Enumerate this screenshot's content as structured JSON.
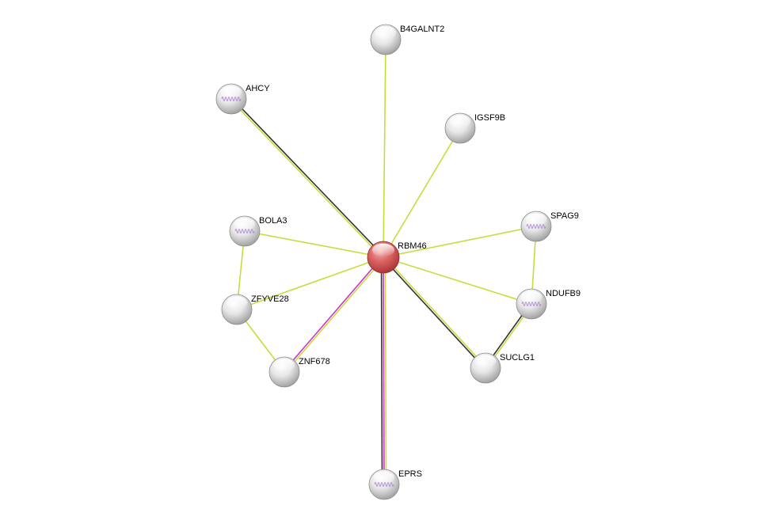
{
  "network": {
    "center": "RBM46",
    "nodes": [
      {
        "id": "RBM46",
        "label": "RBM46",
        "color": "#e05050",
        "structure": false
      },
      {
        "id": "B4GALNT2",
        "label": "B4GALNT2",
        "color": "#e0e0e0",
        "structure": false
      },
      {
        "id": "AHCY",
        "label": "AHCY",
        "color": "#e0e0e0",
        "structure": true
      },
      {
        "id": "IGSF9B",
        "label": "IGSF9B",
        "color": "#e0e0e0",
        "structure": false
      },
      {
        "id": "SPAG9",
        "label": "SPAG9",
        "color": "#e0e0e0",
        "structure": true
      },
      {
        "id": "BOLA3",
        "label": "BOLA3",
        "color": "#e0e0e0",
        "structure": true
      },
      {
        "id": "NDUFB9",
        "label": "NDUFB9",
        "color": "#e0e0e0",
        "structure": true
      },
      {
        "id": "ZFYVE28",
        "label": "ZFYVE28",
        "color": "#e0e0e0",
        "structure": false
      },
      {
        "id": "SUCLG1",
        "label": "SUCLG1",
        "color": "#e0e0e0",
        "structure": false
      },
      {
        "id": "ZNF678",
        "label": "ZNF678",
        "color": "#e0e0e0",
        "structure": false
      },
      {
        "id": "EPRS",
        "label": "EPRS",
        "color": "#e0e0e0",
        "structure": true
      }
    ],
    "edges": [
      {
        "source": "RBM46",
        "target": "B4GALNT2",
        "evidence": [
          "textmining"
        ]
      },
      {
        "source": "RBM46",
        "target": "AHCY",
        "evidence": [
          "textmining",
          "coexpression"
        ]
      },
      {
        "source": "RBM46",
        "target": "IGSF9B",
        "evidence": [
          "textmining"
        ]
      },
      {
        "source": "RBM46",
        "target": "SPAG9",
        "evidence": [
          "textmining"
        ]
      },
      {
        "source": "RBM46",
        "target": "BOLA3",
        "evidence": [
          "textmining"
        ]
      },
      {
        "source": "RBM46",
        "target": "NDUFB9",
        "evidence": [
          "textmining"
        ]
      },
      {
        "source": "RBM46",
        "target": "ZFYVE28",
        "evidence": [
          "textmining"
        ]
      },
      {
        "source": "RBM46",
        "target": "SUCLG1",
        "evidence": [
          "textmining",
          "coexpression"
        ]
      },
      {
        "source": "RBM46",
        "target": "ZNF678",
        "evidence": [
          "textmining",
          "experiments"
        ]
      },
      {
        "source": "RBM46",
        "target": "EPRS",
        "evidence": [
          "textmining",
          "experiments",
          "coexpression"
        ]
      },
      {
        "source": "BOLA3",
        "target": "ZFYVE28",
        "evidence": [
          "textmining"
        ]
      },
      {
        "source": "ZFYVE28",
        "target": "ZNF678",
        "evidence": [
          "textmining"
        ]
      },
      {
        "source": "SPAG9",
        "target": "NDUFB9",
        "evidence": [
          "textmining"
        ]
      },
      {
        "source": "NDUFB9",
        "target": "SUCLG1",
        "evidence": [
          "textmining",
          "coexpression"
        ]
      }
    ],
    "evidence_colors": {
      "textmining": "#c8dc3c",
      "coexpression": "#333333",
      "experiments": "#cc33cc"
    }
  }
}
